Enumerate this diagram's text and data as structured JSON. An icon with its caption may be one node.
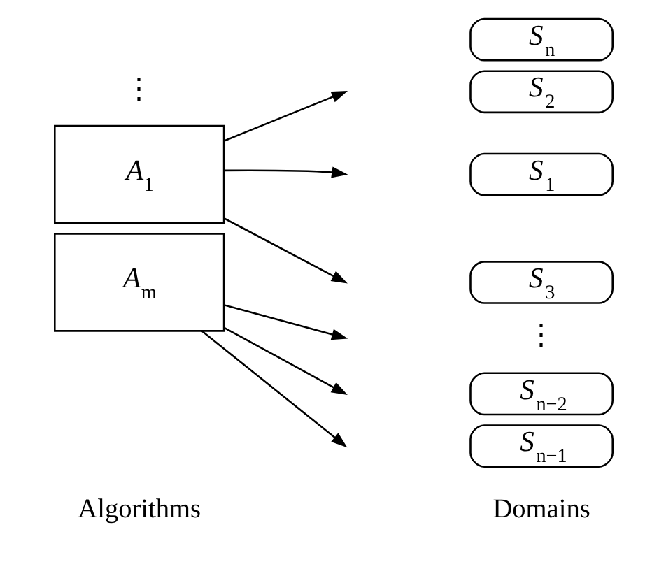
{
  "diagram": {
    "nodes": [
      {
        "text": [
          "A$_{1}$"
        ]
      },
      {
        "text": [
          "A$_{m}$"
        ]
      },
      {
        "text": [
          "S$_{1}$"
        ]
      },
      {
        "text": [
          "S$_{2}$"
        ]
      },
      {
        "text": [
          "S$_{3}$"
        ]
      },
      {
        "text": [
          "S$_{n−2}$"
        ]
      },
      {
        "text": [
          "S$_{n−1}$"
        ]
      },
      {
        "text": [
          "S$_{n}$"
        ]
      }
    ],
    "edges": [
      {
        "from": 0,
        "to": null,
        "arrow": "to"
      },
      {
        "from": 0,
        "to": null,
        "arrow": "to"
      },
      {
        "from": 0,
        "to": null,
        "arrow": "to"
      },
      {
        "from": 1,
        "to": null,
        "arrow": "to"
      },
      {
        "from": 1,
        "to": null,
        "arrow": "to"
      },
      {
        "from": 1,
        "to": null,
        "arrow": "to"
      }
    ],
    "labels": [
      "Algorithms",
      "Domains",
      "⋮",
      "⋮"
    ]
  }
}
